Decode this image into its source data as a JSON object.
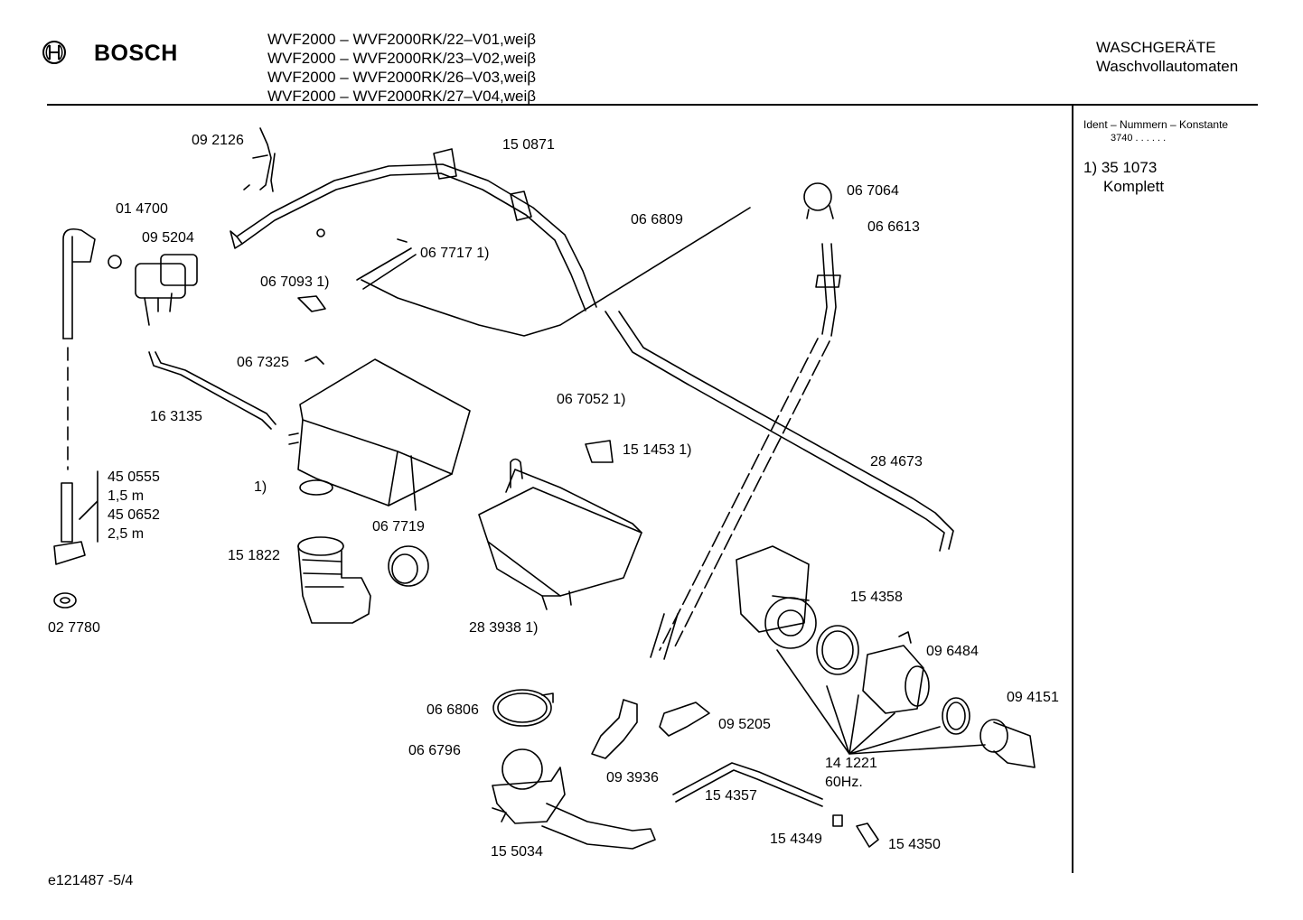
{
  "header": {
    "brand": "BOSCH",
    "models": [
      "WVF2000 – WVF2000RK/22–V01,weiβ",
      "WVF2000 – WVF2000RK/23–V02,weiβ",
      "WVF2000 – WVF2000RK/26–V03,weiβ",
      "WVF2000 – WVF2000RK/27–V04,weiβ"
    ],
    "category_line1": "WASCHGERÄTE",
    "category_line2": "Waschvollautomaten"
  },
  "sidebar": {
    "ident_heading": "Ident – Nummern – Konstante",
    "ident_value": "3740 . .   . . . .",
    "note_line1": "1)  35 1073",
    "note_line2": "Komplett"
  },
  "footer": {
    "drawing_id": "e121487   -5/4"
  },
  "part_labels": {
    "p092126": "09 2126",
    "p150871": "15 0871",
    "p014700": "01 4700",
    "p095204": "09 5204",
    "p067717": "06 7717 1)",
    "p066809": "06 6809",
    "p067064": "06 7064",
    "p066613": "06 6613",
    "p067093": "06 7093 1)",
    "p067325": "06 7325",
    "p163135": "16 3135",
    "p067052": "06 7052 1)",
    "p151453": "15 1453 1)",
    "p284673": "28 4673",
    "p_ref1": "1)",
    "p450555": "45 0555",
    "p15m": "1,5 m",
    "p450652": "45 0652",
    "p25m": "2,5 m",
    "p067719": "06 7719",
    "p151822": "15 1822",
    "p027780": "02 7780",
    "p283938": "28 3938 1)",
    "p154358": "15 4358",
    "p096484": "09 6484",
    "p094151": "09 4151",
    "p066806": "06 6806",
    "p066796": "06 6796",
    "p095205": "09 5205",
    "p093936": "09 3936",
    "p141221": "14 1221",
    "p60hz": "60Hz.",
    "p154357": "15 4357",
    "p154349": "15 4349",
    "p154350": "15 4350",
    "p155034": "15 5034"
  }
}
